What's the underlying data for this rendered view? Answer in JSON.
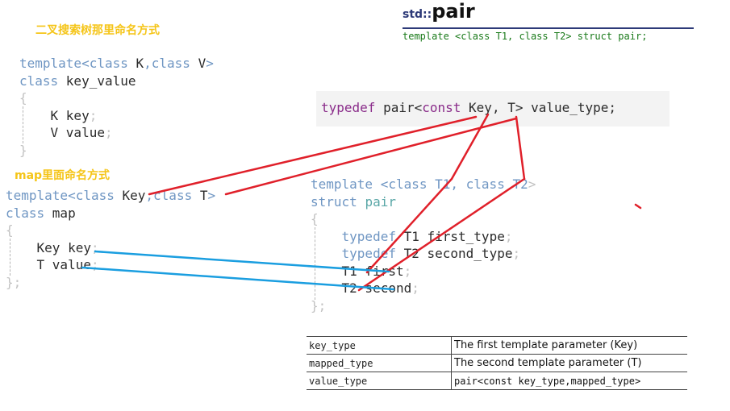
{
  "bst": {
    "label": "二叉搜索树那里命名方式",
    "l1_kw1": "template<class ",
    "l1_p1": "K",
    "l1_kw2": ",class ",
    "l1_p2": "V",
    "l1_end": ">",
    "l2_kw": "class ",
    "l2_name": "key_value",
    "l3": "{",
    "l4_type": "K ",
    "l4_name": "key",
    "l4_semi": ";",
    "l5_type": "V ",
    "l5_name": "value",
    "l5_semi": ";",
    "l6": "}"
  },
  "map": {
    "label": "map里面命名方式",
    "l1_kw1": "template<class ",
    "l1_p1": "Key",
    "l1_kw2": ",class ",
    "l1_p2": "T",
    "l1_end": ">",
    "l2_kw": "class ",
    "l2_name": "map",
    "l3": "{",
    "l4_type": "Key ",
    "l4_name": "key",
    "l4_semi": ";",
    "l5_type": "T ",
    "l5_name": "value",
    "l5_semi": ";",
    "l6": "};"
  },
  "pair_ref": {
    "ns": "std::",
    "name": "pair",
    "signature": "template <class T1, class T2> struct pair;"
  },
  "typedef_line": {
    "kw": "typedef",
    "pre": " pair<",
    "const_kw": "const",
    "rest": " Key, T> value_type;"
  },
  "pair_struct": {
    "l1_kw": "template <class ",
    "l1_p1": "T1",
    "l1_sep": ", class ",
    "l1_p2": "T2",
    "l1_end": ">",
    "l2_kw": "struct ",
    "l2_name": "pair",
    "l3": "{",
    "l4_kw": "typedef",
    "l4_rest": " T1 first_type",
    "l4_semi": ";",
    "l5_kw": "typedef",
    "l5_rest": " T2 second_type",
    "l5_semi": ";",
    "l6": "T1 first",
    "l6_semi": ";",
    "l7": "T2 second",
    "l7_semi": ";",
    "l8": "};"
  },
  "member_types": [
    {
      "name": "key_type",
      "desc": "The first template parameter (Key)"
    },
    {
      "name": "mapped_type",
      "desc": "The second template parameter (T)"
    },
    {
      "name": "value_type",
      "desc": "pair<const key_type,mapped_type>"
    }
  ],
  "colors": {
    "red_arrow": "#e0202a",
    "blue_arrow": "#1a9ee0"
  }
}
